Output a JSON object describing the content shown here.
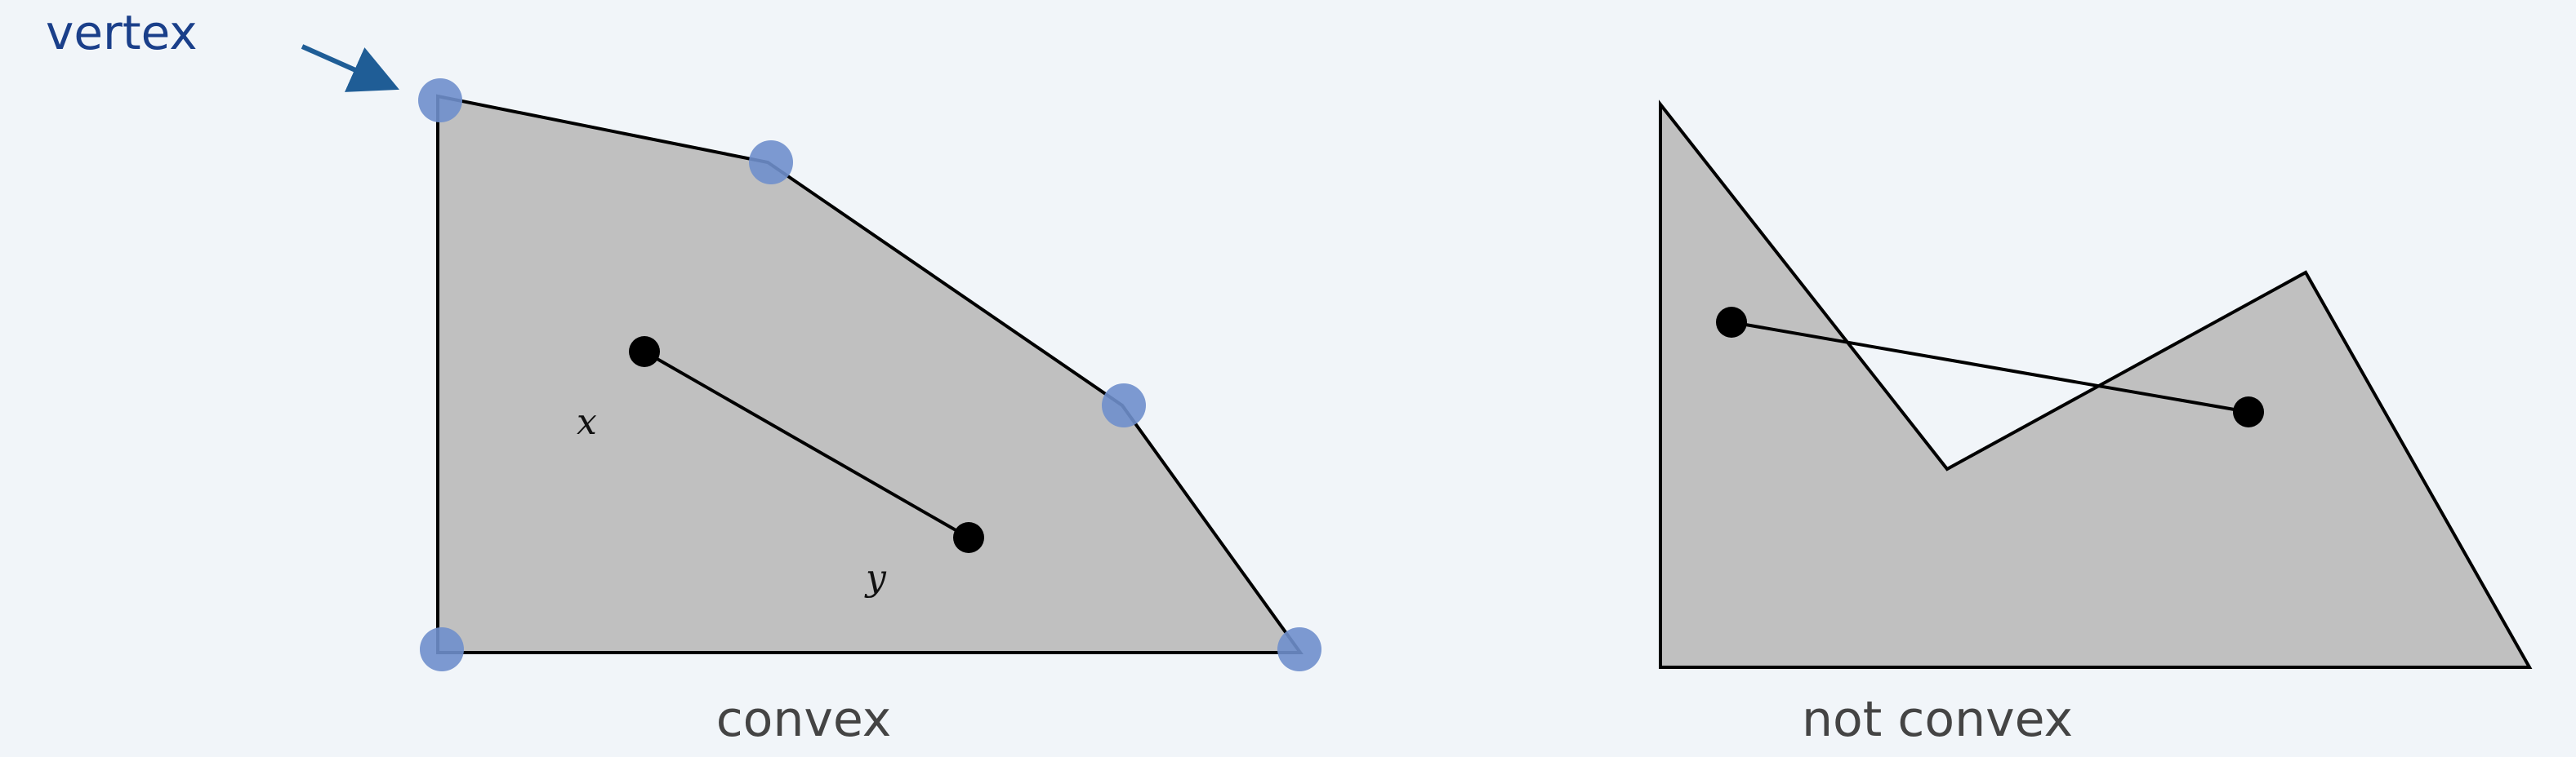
{
  "labels": {
    "vertex": "vertex",
    "convex": "convex",
    "not_convex": "not convex",
    "x": "x",
    "y": "y"
  },
  "colors": {
    "background": "#f1f5f9",
    "polygon_fill": "#c0c0c0",
    "stroke": "#000000",
    "vertex_marker": "#6f8fcc",
    "vertex_label": "#1a3f8a",
    "caption": "#444444"
  }
}
